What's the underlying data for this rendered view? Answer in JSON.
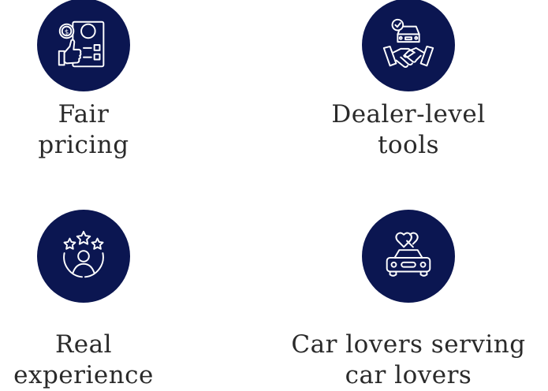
{
  "colors": {
    "circle": "#0b1651",
    "icon_stroke": "#ffffff",
    "text": "#2a2a2a"
  },
  "features": [
    {
      "icon": "price-tag-thumbs-up-icon",
      "title_line1": "Fair",
      "title_line2": "pricing"
    },
    {
      "icon": "car-handshake-icon",
      "title_line1": "Dealer-level",
      "title_line2": "tools"
    },
    {
      "icon": "person-stars-icon",
      "title_line1": "Real",
      "title_line2": "experience"
    },
    {
      "icon": "car-hearts-icon",
      "title_line1": "Car lovers serving",
      "title_line2": "car lovers"
    }
  ]
}
